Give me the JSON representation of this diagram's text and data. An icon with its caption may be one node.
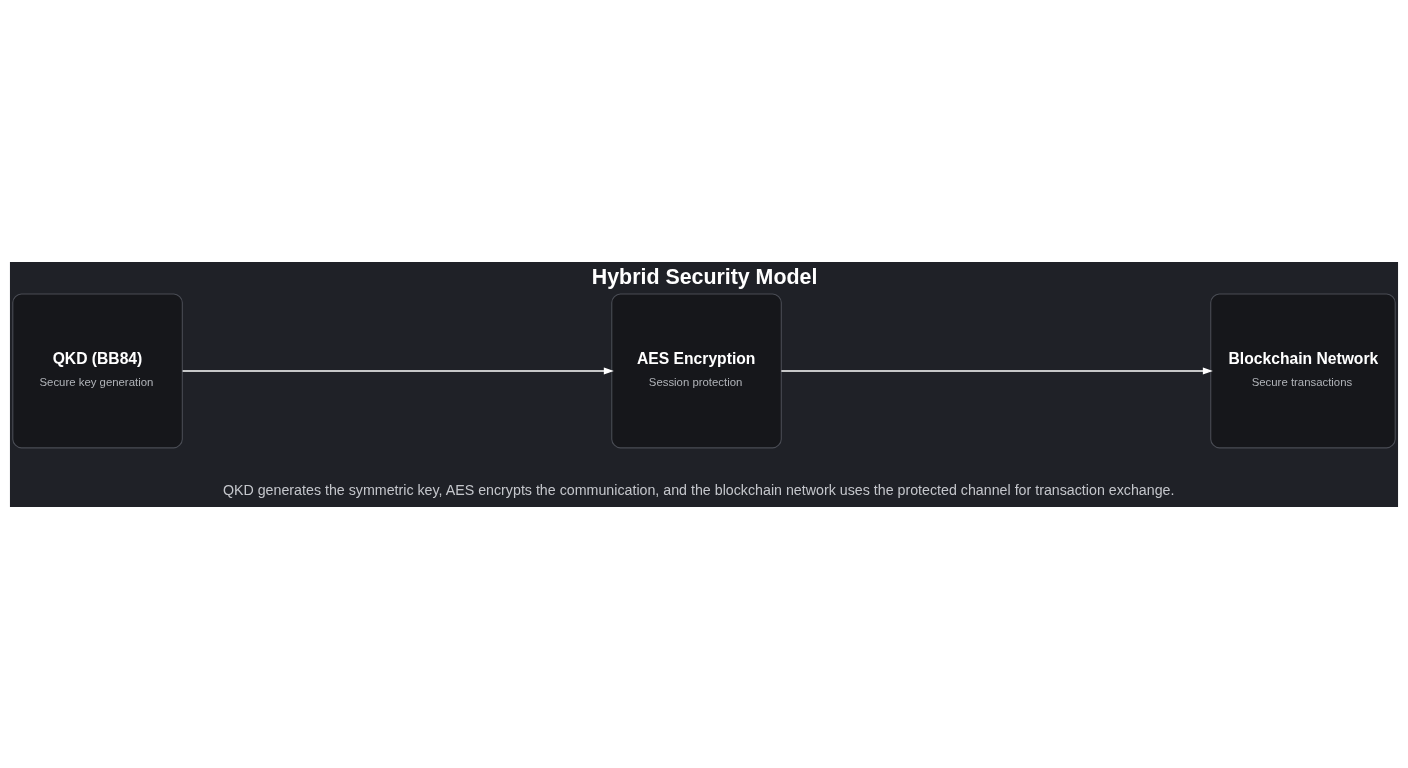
{
  "diagram": {
    "title": "Hybrid Security Model",
    "nodes": [
      {
        "text": [
          "QKD (BB84)",
          "Secure key generation"
        ]
      },
      {
        "text": [
          "AES Encryption",
          "Session protection"
        ]
      },
      {
        "text": [
          "Blockchain Network",
          "Secure transactions"
        ]
      }
    ],
    "edges": [
      {
        "from": 0,
        "to": 1,
        "arrow": "to"
      },
      {
        "from": 1,
        "to": 2,
        "arrow": "to"
      }
    ],
    "labels": [
      "QKD generates the symmetric key, AES encrypts the communication, and the blockchain network uses the protected channel for transaction exchange."
    ]
  }
}
